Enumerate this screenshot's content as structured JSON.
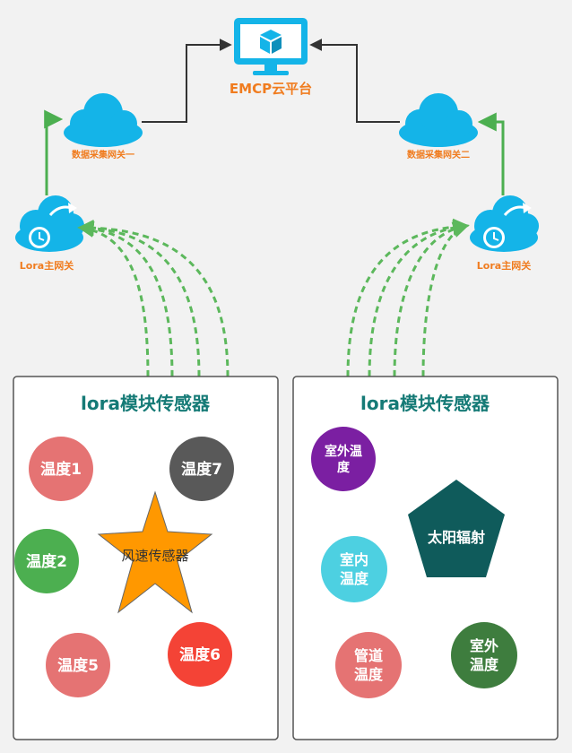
{
  "platform": {
    "label": "EMCP云平台",
    "icon": "cube-monitor-icon"
  },
  "gateway_left": {
    "label": "数据采集网关一",
    "icon": "cloud-icon"
  },
  "gateway_right": {
    "label": "数据采集网关二",
    "icon": "cloud-icon"
  },
  "lora_left": {
    "label": "Lora主网关",
    "icon": "cloud-clock-icon"
  },
  "lora_right": {
    "label": "Lora主网关",
    "icon": "cloud-clock-icon"
  },
  "colors": {
    "cyan": "#14b4e8",
    "orange_label": "#f07c1f",
    "green_arrow": "#4caf50",
    "green_dashed": "#5cb85c",
    "dark_arrow": "#333333",
    "teal_title": "#157a76"
  },
  "panel_left": {
    "title": "lora模块传感器",
    "nodes": [
      {
        "id": "temp1",
        "lines": [
          "温度1"
        ],
        "color": "#e57373"
      },
      {
        "id": "temp7",
        "lines": [
          "温度7"
        ],
        "color": "#595959"
      },
      {
        "id": "temp2",
        "lines": [
          "温度2"
        ],
        "color": "#4caf50"
      },
      {
        "id": "temp5",
        "lines": [
          "温度5"
        ],
        "color": "#e57373"
      },
      {
        "id": "temp6",
        "lines": [
          "温度6"
        ],
        "color": "#f44336"
      }
    ],
    "star": {
      "label": "风速传感器",
      "color": "#ff9800"
    }
  },
  "panel_right": {
    "title": "lora模块传感器",
    "nodes": [
      {
        "id": "outdoor-temp-purple",
        "lines": [
          "室外温",
          "度"
        ],
        "color": "#7b1fa2"
      },
      {
        "id": "indoor-temp",
        "lines": [
          "室内",
          "温度"
        ],
        "color": "#4dd0e1"
      },
      {
        "id": "pipe-temp",
        "lines": [
          "管道",
          "温度"
        ],
        "color": "#e57373"
      },
      {
        "id": "outdoor-temp-green",
        "lines": [
          "室外",
          "温度"
        ],
        "color": "#3e7d3e"
      }
    ],
    "pentagon": {
      "label": "太阳辐射",
      "color": "#0f5b5b"
    }
  }
}
